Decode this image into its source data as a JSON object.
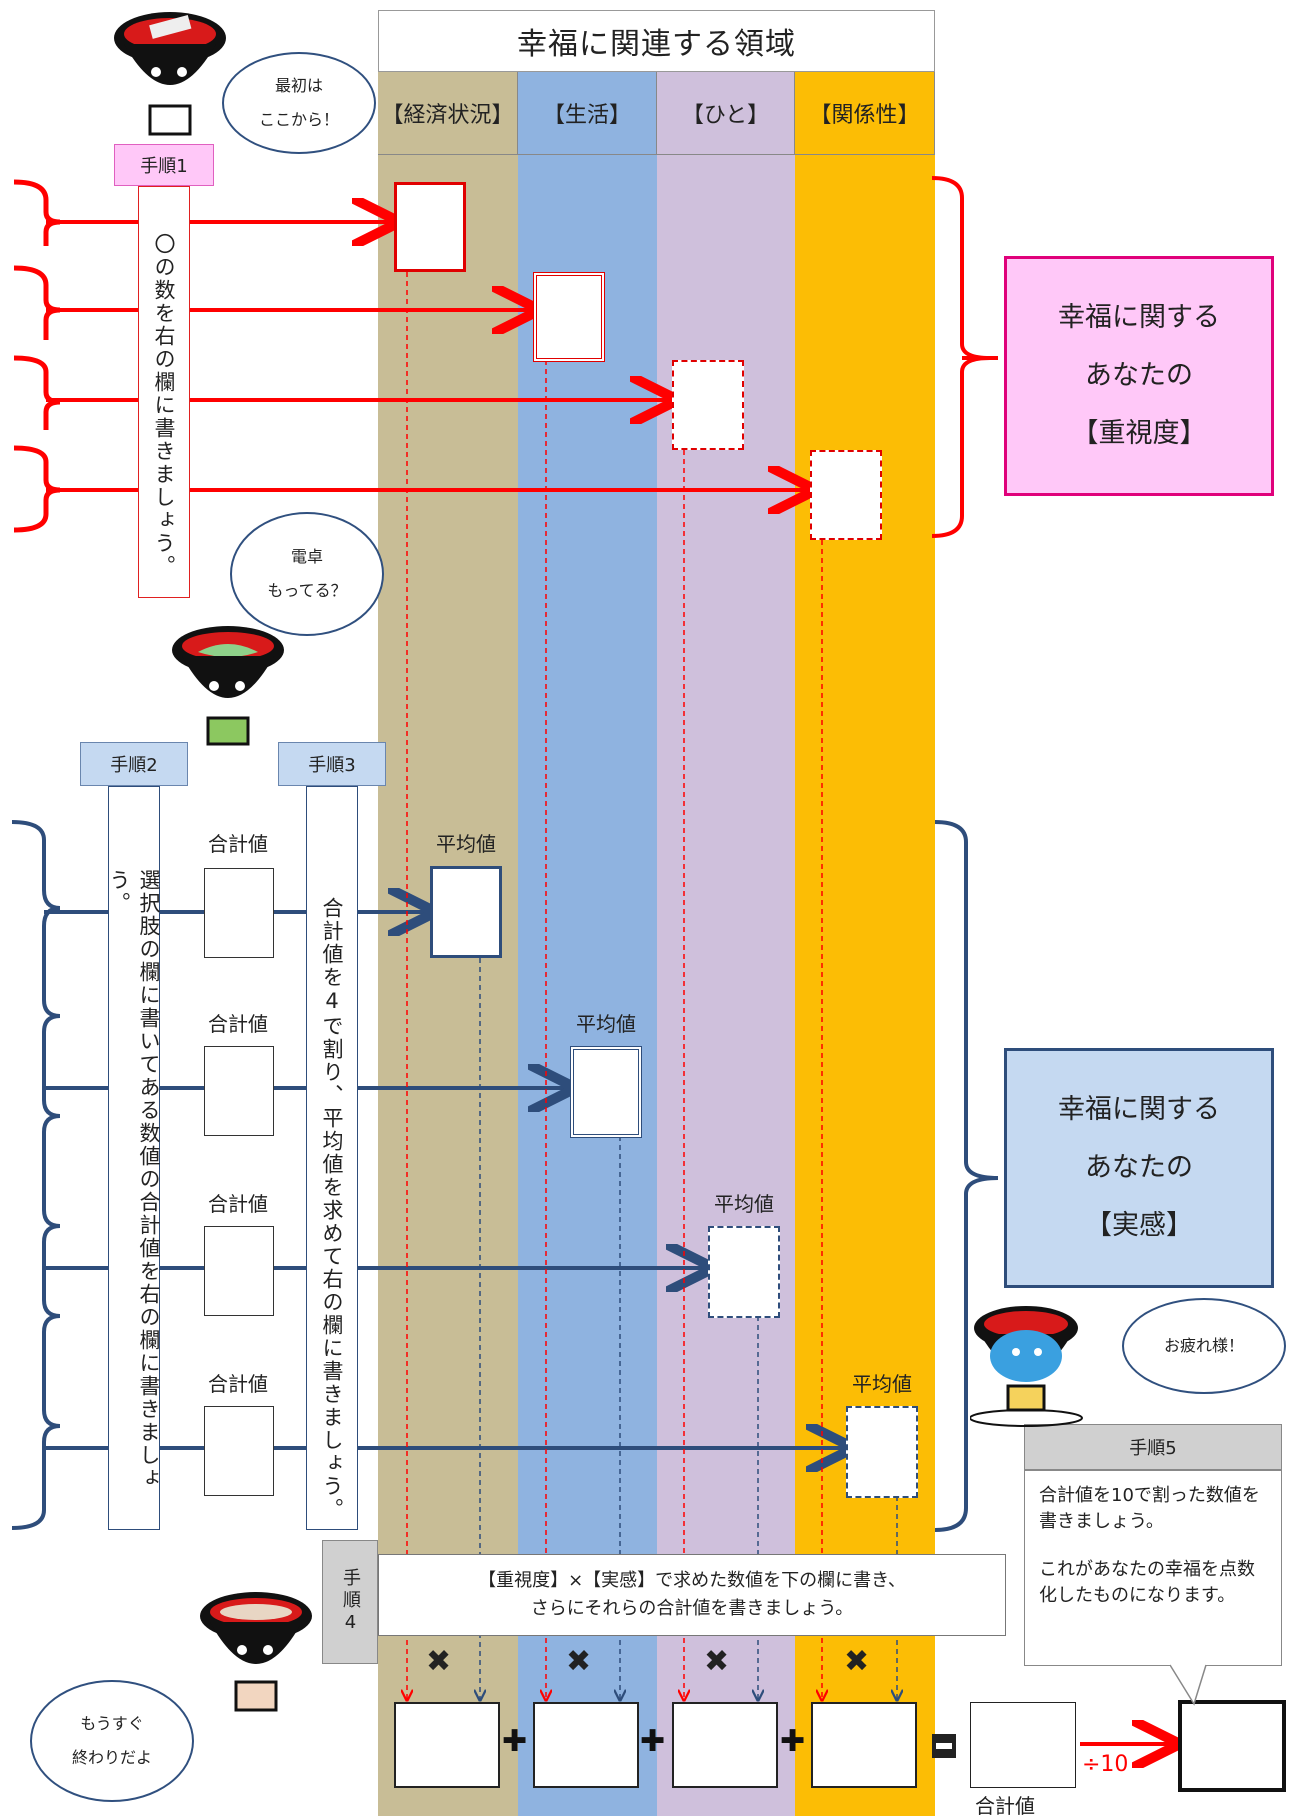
{
  "title": "幸福に関連する領域",
  "columns": [
    "【経済状況】",
    "【生活】",
    "【ひと】",
    "【関係性】"
  ],
  "colors": {
    "c1": "#c8bd96",
    "c2": "#8fb3e0",
    "c3": "#cfc0dc",
    "c4": "#fcbd05",
    "red": "#ff0000",
    "navy": "#2e4d7b",
    "pink": "#ffc8f8",
    "lightblue": "#c5d9f1"
  },
  "step1": {
    "label": "手順1",
    "text": "〇の数を右の欄に書きましょう。"
  },
  "step2": {
    "label": "手順2",
    "text": "選択肢の欄に書いてある数値の合計値を右の欄に書きましょう。"
  },
  "step3": {
    "label": "手順3",
    "text": "合計値を4で割り、平均値を求めて右の欄に書きましょう。"
  },
  "step4": {
    "label": "手順4",
    "text_line1": "【重視度】×【実感】で求めた数値を下の欄に書き、",
    "text_line2": "さらにそれらの合計値を書きましょう。"
  },
  "step5": {
    "label": "手順5",
    "text1": "合計値を10で割った数値を書きましょう。",
    "text2": "これがあなたの幸福を点数化したものになります。"
  },
  "importance": {
    "line1": "幸福に関する",
    "line2": "あなたの",
    "line3": "【重視度】"
  },
  "feeling": {
    "line1": "幸福に関する",
    "line2": "あなたの",
    "line3": "【実感】"
  },
  "sum_label": "合計値",
  "avg_label": "平均値",
  "div_label": "÷10",
  "bubbles": {
    "b1_l1": "最初は",
    "b1_l2": "ここから！",
    "b2_l1": "電卓",
    "b2_l2": "もってる？",
    "b3": "お疲れ様！",
    "b4_l1": "もうすぐ",
    "b4_l2": "終わりだよ"
  }
}
